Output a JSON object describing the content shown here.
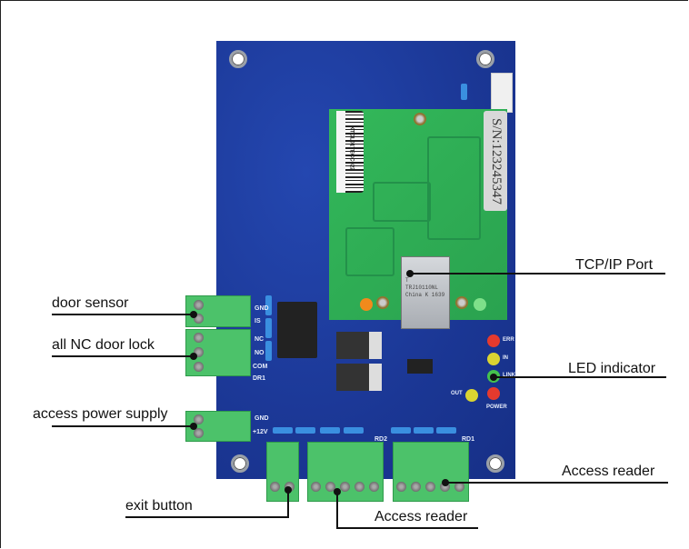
{
  "diagram": {
    "type": "annotated-product-photo",
    "subject": "access control board"
  },
  "board": {
    "serial_label": "S/N:123245347",
    "barcode_text": "KTDL01TECC022",
    "rj45_brand": "T",
    "rj45_model": "TRJ10110NL",
    "rj45_origin": "China K 1639",
    "silkscreen": {
      "door_terminal": [
        "GND",
        "IS",
        "NC",
        "NO",
        "COM",
        "DR1"
      ],
      "power_terminal": [
        "GND",
        "+12V"
      ],
      "led_labels": [
        "ERR",
        "IN",
        "LINK",
        "OUT"
      ],
      "reader_headers": [
        "RD1",
        "RD2"
      ],
      "power": "POWER"
    },
    "colors": {
      "pcb": "#1c3a9c",
      "module": "#2fae55",
      "terminal": "#4cc26a",
      "led_red": "#e53a2e",
      "led_yellow": "#d9d432",
      "led_green": "#45c24e",
      "led_orange": "#f08a1c"
    }
  },
  "callouts": {
    "door_sensor": "door sensor",
    "door_lock": "all NC door lock",
    "power_supply": "access power supply",
    "exit_button": "exit button",
    "tcpip_port": "TCP/IP Port",
    "led_indicator": "LED indicator",
    "access_reader_1": "Access reader",
    "access_reader_2": "Access reader"
  }
}
